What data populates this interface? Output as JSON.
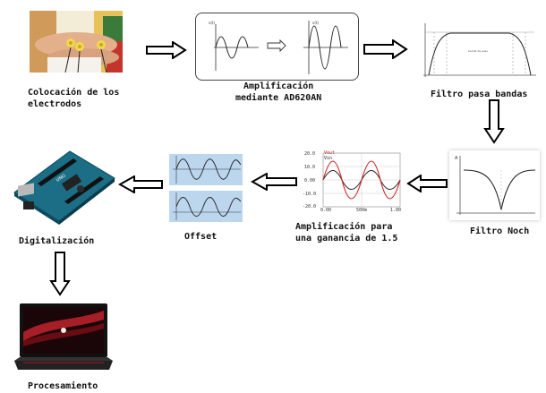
{
  "steps": {
    "electrodes": {
      "line1": "Colocación de los",
      "line2": "electrodos"
    },
    "amplification": {
      "line1": "Amplificación",
      "line2": "mediante AD620AN"
    },
    "bandpass": {
      "label": "Filtro pasa bandas"
    },
    "notch": {
      "label": "Filtro Noch"
    },
    "gain": {
      "line1": "Amplificación para",
      "line2": "una ganancia de 1.5"
    },
    "offset": {
      "label": "Offset"
    },
    "digitization": {
      "label": "Digitalización"
    },
    "processing": {
      "label": "Procesamiento"
    }
  },
  "gain_plot": {
    "legend1": "Vout",
    "legend2": "Vin",
    "y_ticks": [
      "20.0",
      "10.0",
      "0.00",
      "-10.0",
      "-20.0"
    ],
    "x_ticks": [
      "0.00",
      "500m",
      "1.00"
    ]
  },
  "colors": {
    "arrow_stroke": "#000000",
    "offset_bg": "#bcd6ee",
    "vout_color": "#cc2222",
    "vin_color": "#222222"
  },
  "icons": [
    "block-arrow-right-icon",
    "block-arrow-down-icon",
    "block-arrow-left-icon"
  ]
}
